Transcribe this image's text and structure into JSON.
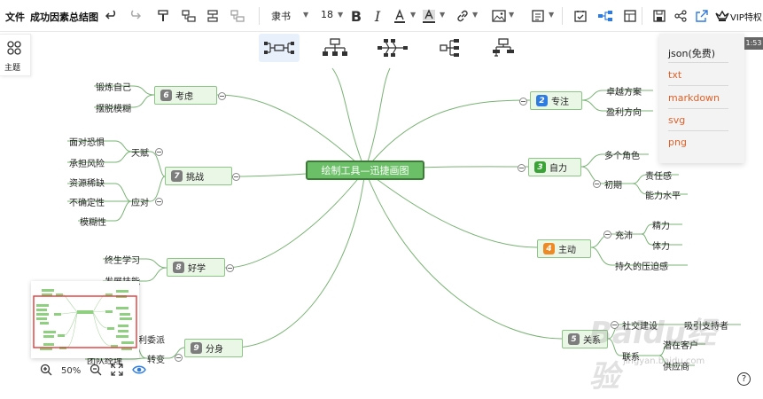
{
  "toolbar": {
    "file_label": "文件",
    "doc_title": "成功因素总结图",
    "font_name": "隶书",
    "font_size": "18",
    "vip_label": "VIP特权"
  },
  "sidebar": {
    "theme_label": "主题"
  },
  "export_menu": {
    "items": [
      "json(免费)",
      "txt",
      "markdown",
      "svg",
      "png"
    ],
    "elapsed": "1:53",
    "accent_color": "#e0622a"
  },
  "mindmap": {
    "center": "绘制工具—迅捷画图",
    "branches": {
      "b1": {
        "num": "6",
        "label": "考虑",
        "children": [
          "锻炼自己",
          "摆脱模糊"
        ]
      },
      "b2": {
        "num": "7",
        "label": "挑战",
        "sub1": "天赋",
        "sub1_children": [
          "面对恐惧",
          "承担风险"
        ],
        "sub2": "应对",
        "sub2_children": [
          "资源稀缺",
          "不确定性",
          "模糊性"
        ]
      },
      "b3": {
        "num": "8",
        "label": "好学",
        "children": [
          "终生学习",
          "发展技能"
        ]
      },
      "b4": {
        "num": "9",
        "label": "分身",
        "sub1": "转变",
        "sub1_children": [
          "利委派",
          "团队经理"
        ]
      },
      "b5": {
        "num": "2",
        "label": "专注",
        "children": [
          "卓越方案",
          "盈利方向"
        ]
      },
      "b6": {
        "num": "3",
        "label": "自力",
        "child1": "多个角色",
        "sub1": "初期",
        "sub1_children": [
          "责任感",
          "能力水平"
        ]
      },
      "b7": {
        "num": "4",
        "label": "主动",
        "sub1": "充沛",
        "sub1_children": [
          "精力",
          "体力"
        ],
        "child2": "持久的压迫感"
      },
      "b8": {
        "num": "5",
        "label": "关系",
        "sub1": "社交建设",
        "sub1_child": "吸引支持者",
        "sub2": "联系",
        "sub2_children": [
          "潜在客户",
          "供应商"
        ]
      }
    },
    "num_colors": {
      "gray": "#7d7d7d",
      "blue": "#2f7ce0",
      "green": "#3aa336",
      "orange": "#ee8a25"
    }
  },
  "zoom": {
    "level": "50%"
  },
  "watermark": {
    "main": "Baidu经验",
    "url": "jingyan.baidu.com"
  },
  "help": {
    "label": "?"
  }
}
